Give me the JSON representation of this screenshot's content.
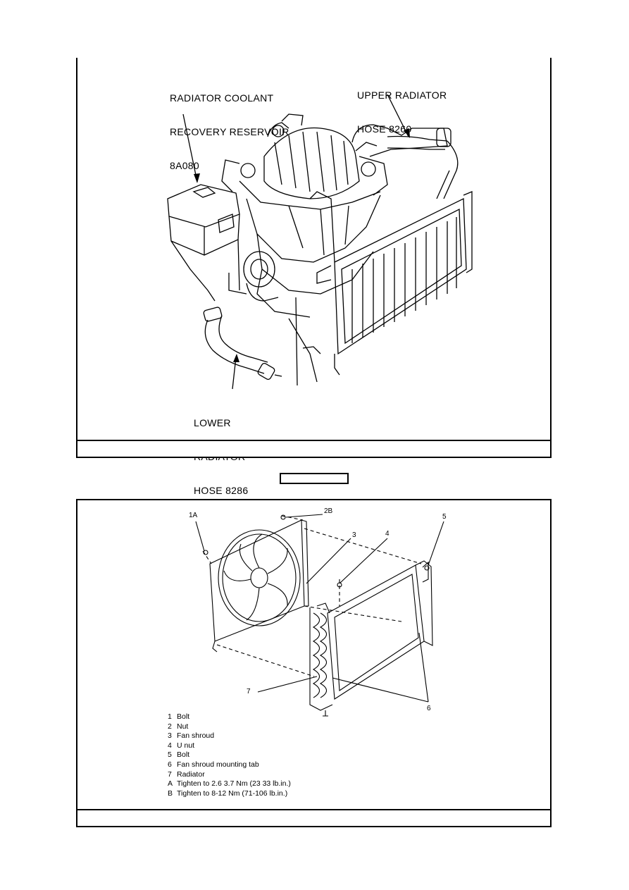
{
  "figure1": {
    "labels": {
      "reservoir": [
        "RADIATOR COOLANT",
        "RECOVERY RESERVOIR",
        "8A080"
      ],
      "upper_hose": [
        "UPPER RADIATOR",
        "HOSE 8260"
      ],
      "lower_hose": [
        "LOWER",
        "RADIATOR",
        "HOSE 8286"
      ]
    }
  },
  "figure2": {
    "callouts": {
      "c1a": "1A",
      "c2b": "2B",
      "c3": "3",
      "c4": "4",
      "c5": "5",
      "c6": "6",
      "c7": "7"
    },
    "legend": [
      {
        "key": "1",
        "text": "Bolt"
      },
      {
        "key": "2",
        "text": "Nut"
      },
      {
        "key": "3",
        "text": "Fan shroud"
      },
      {
        "key": "4",
        "text": "U nut"
      },
      {
        "key": "5",
        "text": "Bolt"
      },
      {
        "key": "6",
        "text": "Fan shroud mounting tab"
      },
      {
        "key": "7",
        "text": "Radiator"
      },
      {
        "key": "A",
        "text": "Tighten to 2.6 3.7 Nm (23 33 lb.in.)"
      },
      {
        "key": "B",
        "text": "Tighten to 8-12 Nm (71-106 lb.in.)"
      }
    ]
  }
}
